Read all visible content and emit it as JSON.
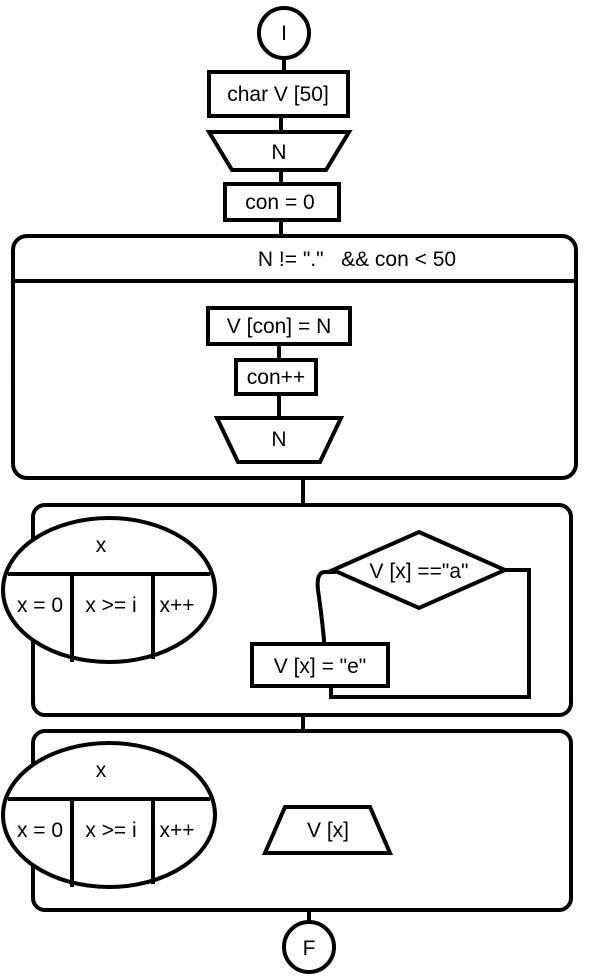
{
  "colors": {
    "stroke": "#000000",
    "background": "#ffffff"
  },
  "flowchart": {
    "start_label": "I",
    "end_label": "F",
    "declare": "char V [50]",
    "read_n": "N",
    "init_con": "con = 0",
    "while_loop": {
      "condition": "N != \".\"   && con < 50",
      "assign": "V [con] = N",
      "increment": "con++",
      "read_n": "N"
    },
    "for_loop_1": {
      "variable": "x",
      "init": "x = 0",
      "condition": "x >= i",
      "step": "x++",
      "decision": "V [x] ==\"a\"",
      "assign": "V [x] = \"e\""
    },
    "for_loop_2": {
      "variable": "x",
      "init": "x = 0",
      "condition": "x >= i",
      "step": "x++",
      "output": "V [x]"
    }
  }
}
